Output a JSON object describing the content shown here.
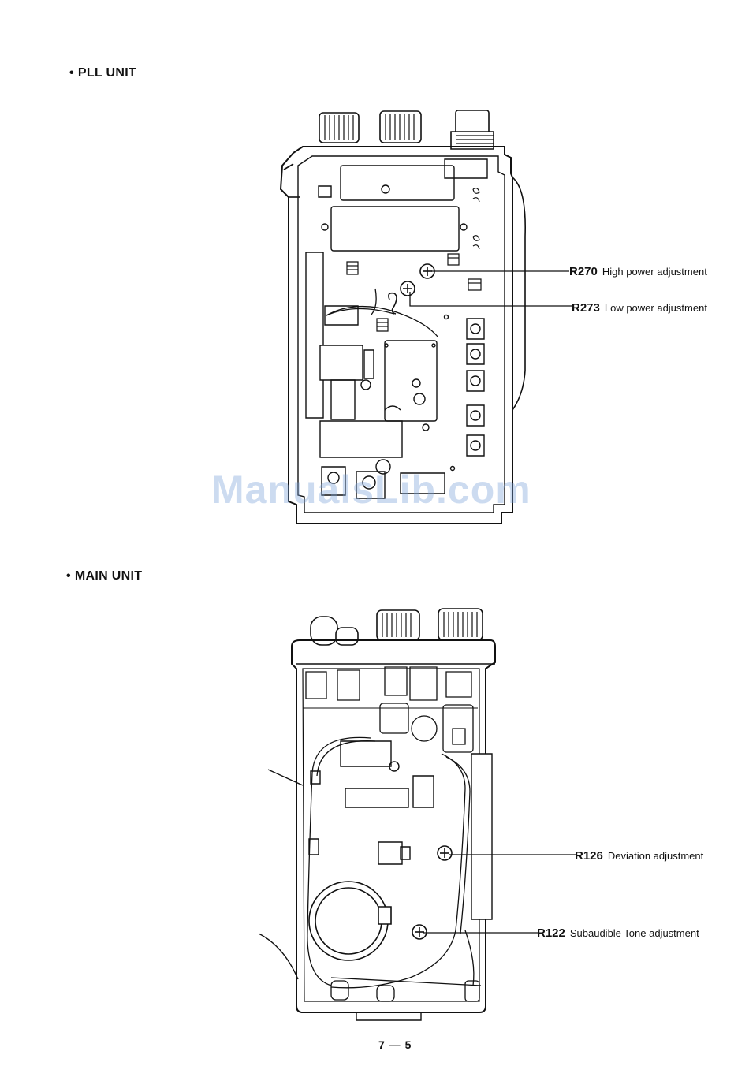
{
  "sections": {
    "pll": {
      "bullet": "•",
      "title": "PLL UNIT"
    },
    "main": {
      "bullet": "•",
      "title": "MAIN UNIT"
    }
  },
  "callouts": {
    "r270": {
      "ref": "R270",
      "text": "High power adjustment"
    },
    "r273": {
      "ref": "R273",
      "text": "Low power adjustment"
    },
    "r126": {
      "ref": "R126",
      "text": "Deviation adjustment"
    },
    "r122": {
      "ref": "R122",
      "text": "Subaudible Tone adjustment"
    }
  },
  "page_number": "7 — 5",
  "watermark": "ManualsLib.com"
}
